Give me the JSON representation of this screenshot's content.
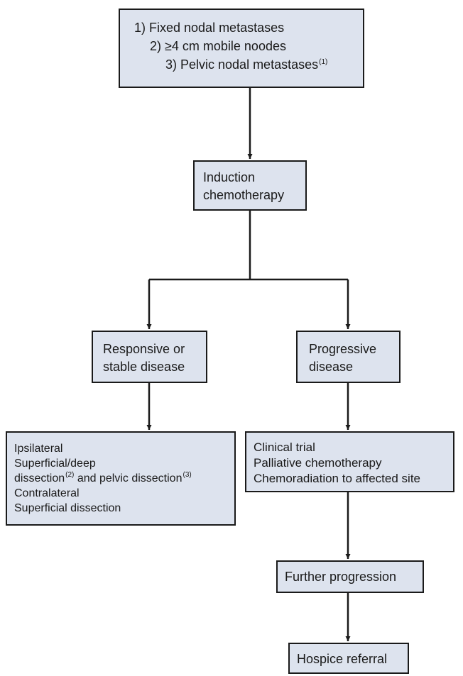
{
  "nodes": {
    "criteria": {
      "line1": "1) Fixed nodal metastases",
      "line2": "2) ≥4 cm mobile noodes",
      "line3": "3) Pelvic nodal metastases",
      "line3_sup": "(1)"
    },
    "induction": {
      "line1": "Induction",
      "line2": "chemotherapy"
    },
    "responsive": {
      "line1": "Responsive or",
      "line2": "stable disease"
    },
    "progressive": {
      "line1": "Progressive",
      "line2": "disease"
    },
    "surgery": {
      "line1": "Ipsilateral",
      "line2": "Superficial/deep",
      "line3a": "dissection",
      "line3a_sup": "(2)",
      "line3b": " and pelvic dissection",
      "line3b_sup": "(3)",
      "line4": "Contralateral",
      "line5": "Superficial dissection"
    },
    "options": {
      "line1": "Clinical trial",
      "line2": "Palliative chemotherapy",
      "line3": "Chemoradiation to affected site"
    },
    "further": {
      "line1": "Further progression"
    },
    "hospice": {
      "line1": "Hospice referral"
    }
  },
  "colors": {
    "box_fill": "#dde3ee",
    "stroke": "#1a1a1a"
  }
}
